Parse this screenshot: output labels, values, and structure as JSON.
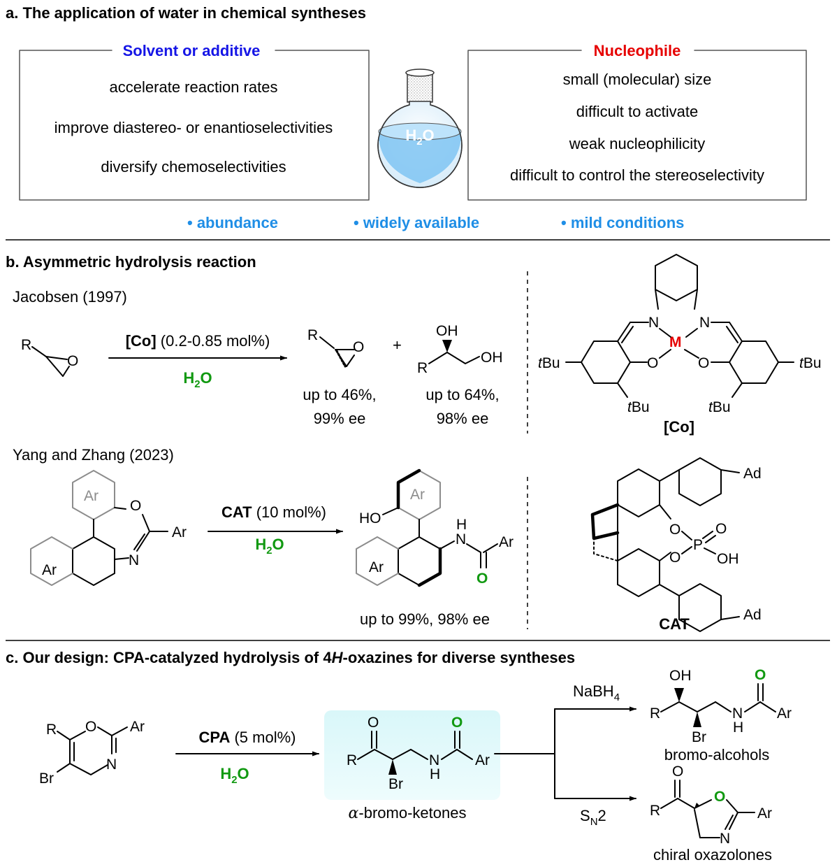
{
  "colors": {
    "blue": "#1515e6",
    "red": "#e60000",
    "green": "#119911",
    "accent": "#1f8ee6",
    "gray": "#8c8c8c"
  },
  "section_a": {
    "title": "a. The application of water in chemical syntheses",
    "left_box": {
      "title": "Solvent or additive",
      "items": [
        "accelerate reaction rates",
        "improve diastereo- or enantioselectivities",
        "diversify chemoselectivities"
      ]
    },
    "flask_label": "H",
    "flask_sub": "2",
    "flask_label_end": "O",
    "right_box": {
      "title": "Nucleophile",
      "items": [
        "small (molecular) size",
        "difficult to activate",
        "weak nucleophilicity",
        "difficult to control the stereoselectivity"
      ]
    },
    "bullets": [
      "• abundance",
      "• widely available",
      "• mild conditions"
    ]
  },
  "section_b": {
    "title": "b. Asymmetric hydrolysis reaction",
    "jacobsen": {
      "ref": "Jacobsen (1997)",
      "cat_bold": "[Co]",
      "cat_rest": " (0.2-0.85 mol%)",
      "reagent_main": "H",
      "reagent_sub": "2",
      "reagent_end": "O",
      "plus": "+",
      "yield1_line1": "up to 46%,",
      "yield1_line2": "99% ee",
      "yield2_line1": "up to 64%,",
      "yield2_line2": "98% ee",
      "catalyst_label": "[Co]",
      "metal": "M"
    },
    "yang": {
      "ref": "Yang and Zhang (2023)",
      "cat_bold": "CAT",
      "cat_rest": " (10 mol%)",
      "reagent_main": "H",
      "reagent_sub": "2",
      "reagent_end": "O",
      "yield": "up to 99%, 98% ee",
      "catalyst_label": "CAT"
    }
  },
  "section_c": {
    "title_prefix": "c. Our design:  CPA-catalyzed hydrolysis of 4",
    "title_italic": "H",
    "title_suffix": "-oxazines for diverse syntheses",
    "cat_bold": "CPA",
    "cat_rest": " (5 mol%)",
    "reagent_main": "H",
    "reagent_sub": "2",
    "reagent_end": "O",
    "intermediate_label_greek": "α",
    "intermediate_label_rest": "-bromo-ketones",
    "branch1_main": "NaBH",
    "branch1_sub": "4",
    "branch2_main": "S",
    "branch2_sub": "N",
    "branch2_end": "2",
    "product1_label": "bromo-alcohols",
    "product2_label": "chiral oxazolones"
  },
  "atoms": {
    "R": "R",
    "O": "O",
    "N": "N",
    "H": "H",
    "OH": "OH",
    "HO": "HO",
    "Ar": "Ar",
    "Br": "Br",
    "tBu_t": "t",
    "tBu_rest": "Bu",
    "P": "P",
    "Ad": "Ad"
  }
}
